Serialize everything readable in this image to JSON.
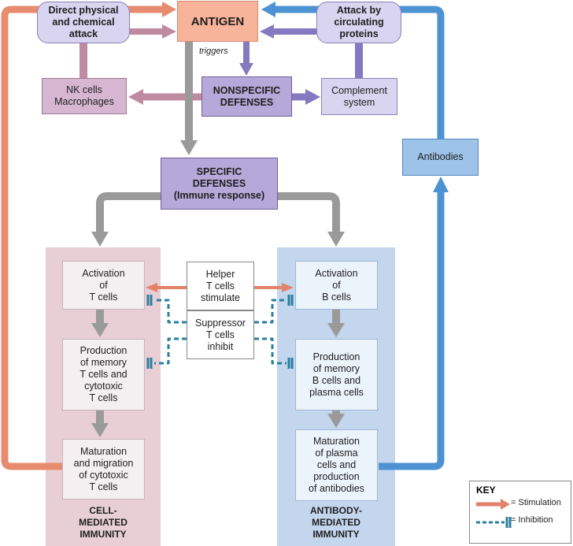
{
  "colors": {
    "stimulation": "#e2826a",
    "inhibition": "#2b7fa0",
    "gray_arrow": "#9a9a9a",
    "purple_arrow": "#8579c2",
    "blue_loop": "#4d93d4",
    "orange_loop": "#e88c6f",
    "mauve": "#c08aa0",
    "antigen_fill": "#f8b49a",
    "lavender_fill": "#d9d4ef",
    "purple_fill": "#b6a8d8",
    "pink_fill": "#d6b6d1",
    "cell_panel": "#e8cfd6",
    "antibody_panel": "#c3d6ee",
    "antibodies_fill": "#9ec3e8",
    "light_box": "#f4eff1",
    "light_blue_box": "#ebf3fb"
  },
  "nodes": {
    "antigen": "ANTIGEN",
    "direct_attack": "Direct physical\nand chemical\nattack",
    "circulating_attack": "Attack by\ncirculating\nproteins",
    "nk_cells": "NK cells\nMacrophages",
    "nonspecific": "NONSPECIFIC\nDEFENSES",
    "complement": "Complement\nsystem",
    "specific": "SPECIFIC\nDEFENSES\n(Immune response)",
    "antibodies": "Antibodies",
    "t_activation": "Activation\nof\nT cells",
    "t_production": "Production\nof memory\nT cells and\ncytotoxic\nT cells",
    "t_maturation": "Maturation\nand migration\nof cytotoxic\nT cells",
    "helper": "Helper\nT cells\nstimulate",
    "suppressor": "Suppressor\nT cells\ninhibit",
    "b_activation": "Activation\nof\nB cells",
    "b_production": "Production\nof memory\nB cells and\nplasma cells",
    "b_maturation": "Maturation\nof plasma\ncells and\nproduction\nof antibodies"
  },
  "labels": {
    "triggers": "triggers",
    "cell_mediated": "CELL-\nMEDIATED\nIMMUNITY",
    "antibody_mediated": "ANTIBODY-\nMEDIATED\nIMMUNITY"
  },
  "key": {
    "title": "KEY",
    "stimulation": "= Stimulation",
    "inhibition": "= Inhibition"
  }
}
